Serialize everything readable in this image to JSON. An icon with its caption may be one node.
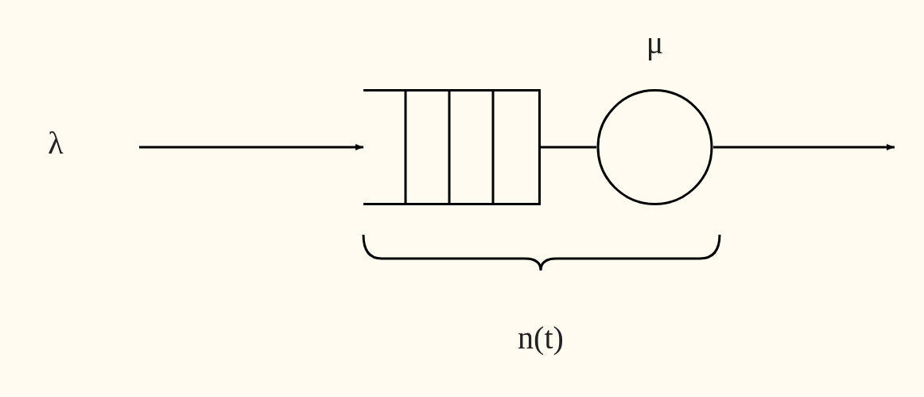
{
  "diagram": {
    "nodes": [
      {
        "text": [],
        "shape": "box"
      },
      {
        "text": [],
        "shape": "circle",
        "beside": [
          "μ"
        ]
      }
    ],
    "edges": [
      {
        "from": null,
        "to": 0,
        "arrow": "to"
      },
      {
        "from": 0,
        "to": 1,
        "arrow": "none"
      },
      {
        "from": 1,
        "to": null,
        "arrow": "to"
      }
    ],
    "labels": [
      "λ",
      "n(t)"
    ]
  }
}
